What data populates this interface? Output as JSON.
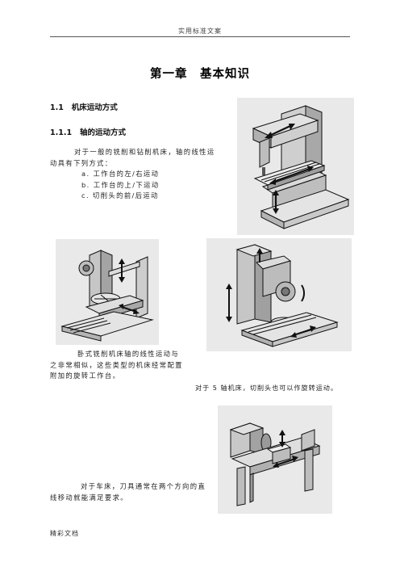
{
  "header": {
    "text": "实用标准文案"
  },
  "title": "第一章　基本知识",
  "section": {
    "number": "1.1",
    "title": "机床运动方式"
  },
  "subsection": {
    "number": "1.1.1",
    "title": "轴的运动方式"
  },
  "intro": [
    "对于一般的铣削和钻削机床，轴的线性运",
    "动具有下列方式："
  ],
  "axes_list": [
    "a.  工作台的左/右运动",
    "b.  工作台的上/下运动",
    "c.  切削头的前/后运动"
  ],
  "horizontal_caption": [
    "卧式铣削机床轴的线性运动与",
    "之非常相似，这些类型的机床经常配置",
    "附加的旋转工作台。"
  ],
  "five_axis_caption": "对于 5 轴机床，切削头也可以作旋转运动。",
  "lathe_caption": [
    "对于车床，刀具通常在两个方向的直",
    "线移动就能满足要求。"
  ],
  "footer": {
    "text": "精彩文档"
  },
  "colors": {
    "figure_bg": "#e9e9e9",
    "machine_face": "#d8d8d8",
    "machine_dark": "#9a9a9a"
  }
}
